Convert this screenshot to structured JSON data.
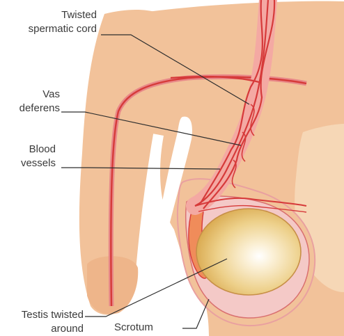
{
  "labels": {
    "twisted_cord": [
      "Twisted",
      "spermatic cord"
    ],
    "vas_deferens": [
      "Vas",
      "deferens"
    ],
    "blood_vessels": [
      "Blood",
      "vessels"
    ],
    "testis": [
      "Testis twisted",
      "around"
    ],
    "scrotum": "Scrotum"
  },
  "colors": {
    "skin": "#f2c29a",
    "skin_shadow": "#e9ad80",
    "scrotum_outline": "#e9a0a0",
    "vessel_red": "#d63a3a",
    "tunica_pink": "#f4c9c7",
    "testis_yellow": "#e9c66a",
    "leader_line": "#2e2e2e"
  }
}
